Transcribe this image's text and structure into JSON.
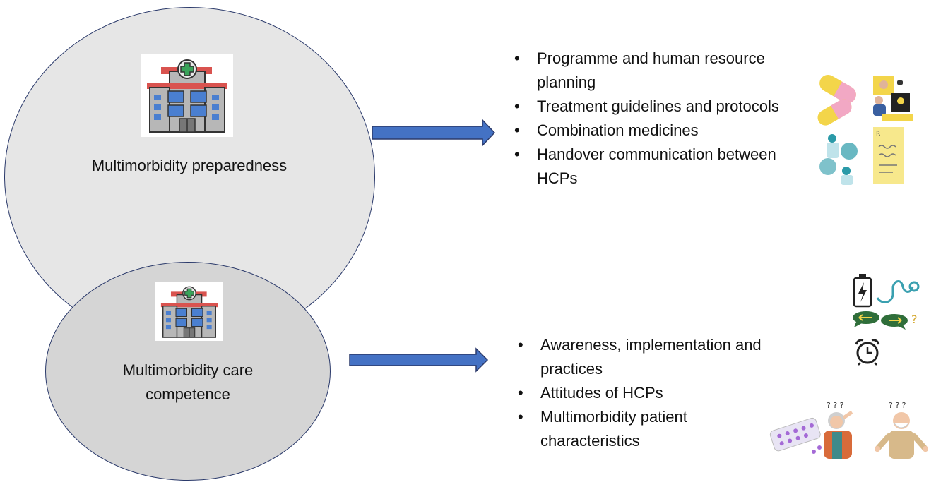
{
  "preparedness": {
    "label": "Multimorbidity preparedness",
    "icon": "hospital-icon",
    "items": [
      "Programme and human resource planning",
      "Treatment guidelines and protocols",
      "Combination medicines",
      "Handover communication between HCPs"
    ]
  },
  "competence": {
    "label": "Multimorbidity care competence",
    "icon": "hospital-icon",
    "items": [
      "Awareness, implementation and practices",
      "Attitudes of HCPs",
      "Multimorbidity patient characteristics"
    ]
  },
  "colors": {
    "arrow": "#4472c4",
    "outline": "#2b3a6b",
    "ellipse_top": "#e6e6e6",
    "ellipse_bottom": "#d5d5d5"
  },
  "illustrations": [
    "pills-icon",
    "telehealth-icon",
    "doctors-icon",
    "prescription-icon",
    "battery-icon",
    "stethoscope-icon",
    "speech-bubbles-icon",
    "alarm-clock-icon",
    "pill-blister-icon",
    "confused-elderly-woman-icon",
    "confused-elderly-man-icon"
  ]
}
